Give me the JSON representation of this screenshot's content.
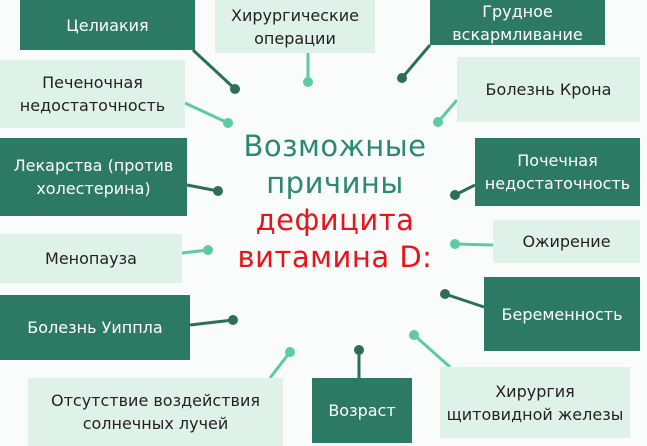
{
  "title": {
    "line1": "Возможные",
    "line2": "причины",
    "line3": "дефицита",
    "line4": "витамина D:"
  },
  "causes": [
    "Целиакия",
    "Хирургические\nоперации",
    "Грудное\nвскармливание",
    "Печеночная\nнедостаточность",
    "Болезнь Крона",
    "Лекарства (против\nхолестерина)",
    "Почечная\nнедостаточность",
    "Менопауза",
    "Ожирение",
    "Болезнь Уиппла",
    "Беременность",
    "Отсутствие воздействия\nсолнечных лучей",
    "Возраст",
    "Хирургия\nщитовидной железы"
  ],
  "colors": {
    "dark": "#2c7a64",
    "light": "#dff2ea",
    "title_green": "#2b8a6e",
    "title_red": "#e8141c"
  }
}
